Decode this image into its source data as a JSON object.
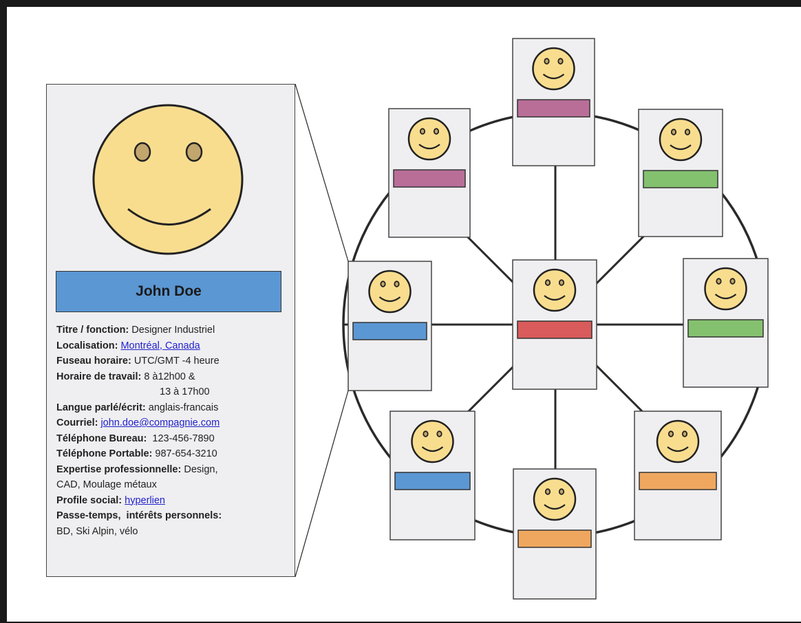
{
  "profile": {
    "name": "John Doe",
    "colors": {
      "face": "#f9dd8f",
      "eyes": "#c2a66d",
      "name_bar": "#5b97d3",
      "card": "#efeff1"
    },
    "fields": {
      "title": {
        "label": "Titre / fonction:",
        "value": "Designer Industriel"
      },
      "location": {
        "label": "Localisation:",
        "value": "Montréal, Canada"
      },
      "timezone": {
        "label": "Fuseau horaire:",
        "value": "UTC/GMT -4 heure"
      },
      "schedule": {
        "label": "Horaire de travail:",
        "value": "8 à12h00 &",
        "value_line2": "13 à 17h00"
      },
      "language": {
        "label": "Langue parlé/écrit:",
        "value": "anglais-francais"
      },
      "email": {
        "label": "Courriel:",
        "value": "john.doe@compagnie.com"
      },
      "office_phone": {
        "label": "Téléphone Bureau:",
        "value": "123-456-7890"
      },
      "mobile_phone": {
        "label": "Téléphone Portable:",
        "value": "987-654-3210"
      },
      "expertise": {
        "label": "Expertise professionnelle:",
        "value": "Design,",
        "value_line2": "CAD, Moulage métaux"
      },
      "social": {
        "label": "Profile social:",
        "value": "hyperlien"
      },
      "hobbies": {
        "label": "Passe-temps,  intérêts personnels:",
        "value_line2": "BD, Ski Alpin, vélo"
      }
    }
  },
  "network": {
    "nodes": [
      {
        "id": "center",
        "color": "#d95b5b"
      },
      {
        "id": "top",
        "color": "#b96e98"
      },
      {
        "id": "top-left",
        "color": "#b96e98"
      },
      {
        "id": "top-right",
        "color": "#84c16f"
      },
      {
        "id": "left",
        "color": "#5b97d3"
      },
      {
        "id": "right",
        "color": "#84c16f"
      },
      {
        "id": "bottom-left",
        "color": "#5b97d3"
      },
      {
        "id": "bottom",
        "color": "#efa75f"
      },
      {
        "id": "bottom-right",
        "color": "#efa75f"
      }
    ]
  }
}
